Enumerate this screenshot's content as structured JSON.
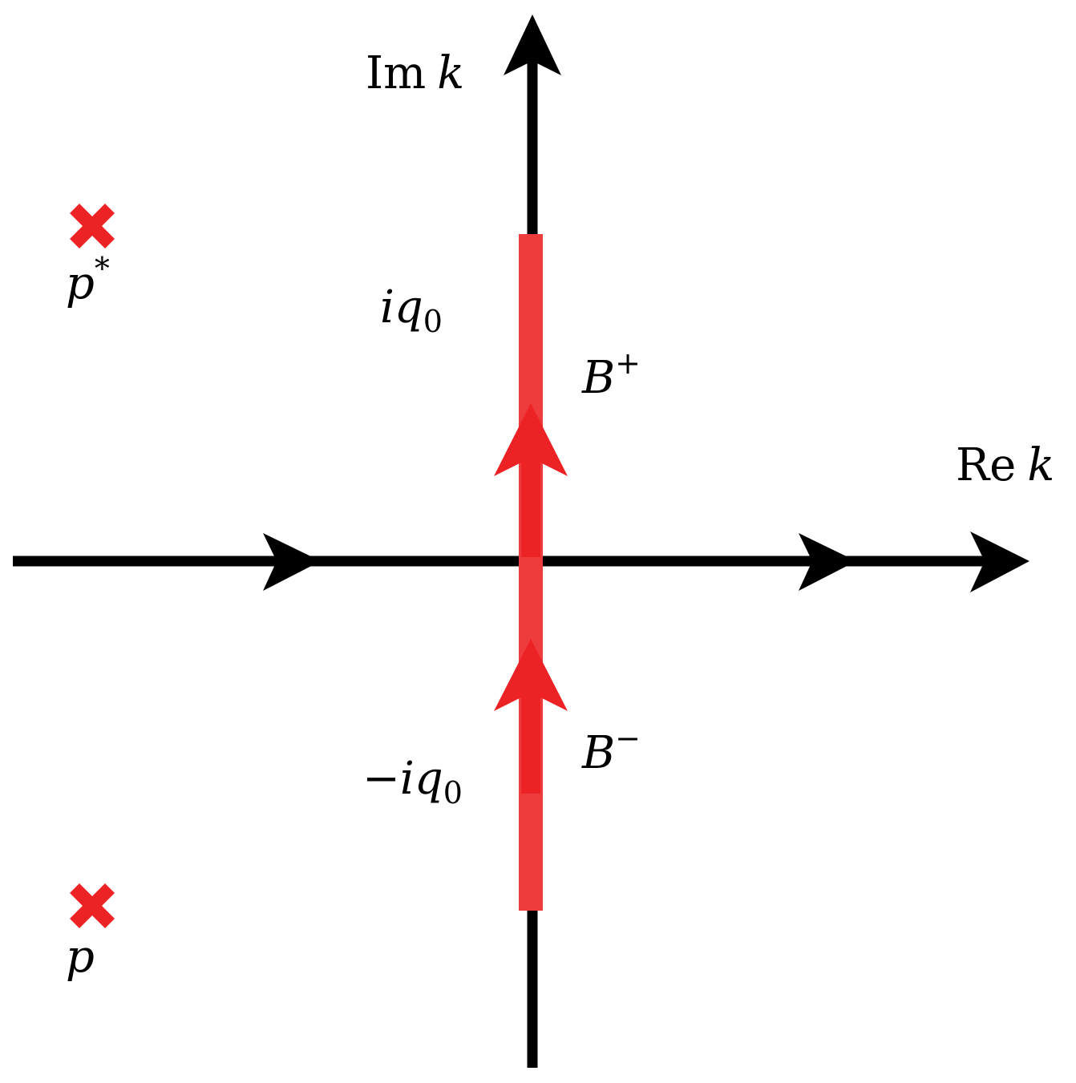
{
  "axes": {
    "real_axis_label": "Re",
    "imag_axis_label": "Im",
    "variable": "k",
    "axis_color": "#000000"
  },
  "branch_cut": {
    "upper_endpoint": {
      "prefix": "",
      "symbol": "iq",
      "subscript": "0"
    },
    "lower_endpoint": {
      "prefix": "−",
      "symbol": "iq",
      "subscript": "0"
    },
    "color": "#ee3b3b",
    "arrow_color": "#ed2224"
  },
  "contours": [
    {
      "name": "B",
      "superscript": "+"
    },
    {
      "name": "B",
      "superscript": "−"
    }
  ],
  "points": [
    {
      "name": "p",
      "superscript": "*",
      "marker": "x-mark-icon",
      "color": "#ed2224"
    },
    {
      "name": "p",
      "superscript": "",
      "marker": "x-mark-icon",
      "color": "#ed2224"
    }
  ]
}
